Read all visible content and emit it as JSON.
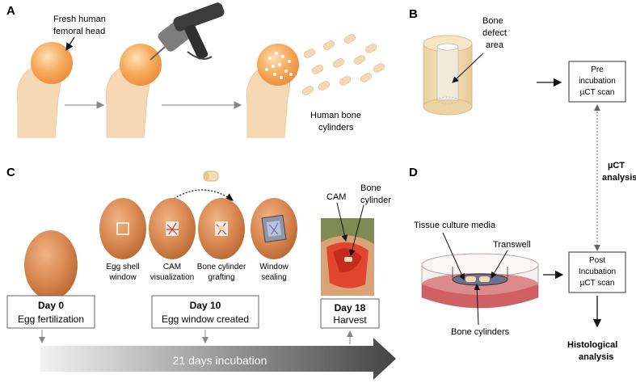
{
  "panels": {
    "a": "A",
    "b": "B",
    "c": "C",
    "d": "D"
  },
  "panel_a": {
    "femoral_line1": "Fresh human",
    "femoral_line2": "femoral head",
    "cylinders_line1": "Human bone",
    "cylinders_line2": "cylinders"
  },
  "panel_b": {
    "defect_line1": "Bone",
    "defect_line2": "defect",
    "defect_line3": "area",
    "pre_line1": "Pre",
    "pre_line2": "incubation",
    "pre_line3": "µCT scan",
    "uct_line1": "µCT",
    "uct_line2": "analysis"
  },
  "panel_c": {
    "egg_labels": [
      [
        "Egg shell",
        "window"
      ],
      [
        "CAM",
        "visualization"
      ],
      [
        "Bone cylinder",
        "grafting"
      ],
      [
        "Window",
        "sealing"
      ]
    ],
    "cam": "CAM",
    "bone_cyl_line1": "Bone",
    "bone_cyl_line2": "cylinder",
    "day0_title": "Day 0",
    "day0_sub": "Egg fertilization",
    "day10_title": "Day 10",
    "day10_sub": "Egg window created",
    "day18_title": "Day 18",
    "day18_sub": "Harvest",
    "timeline": "21 days incubation"
  },
  "panel_d": {
    "media": "Tissue culture media",
    "transwell": "Transwell",
    "bone_cylinders": "Bone cylinders",
    "post_line1": "Post",
    "post_line2": "Incubation",
    "post_line3": "µCT scan",
    "hist_line1": "Histological",
    "hist_line2": "analysis"
  },
  "colors": {
    "bone": "#f6d9b4",
    "femoral_head": "#f7a95a",
    "egg": "#d8864f",
    "media": "#c8464e",
    "timeline": "#555555"
  }
}
